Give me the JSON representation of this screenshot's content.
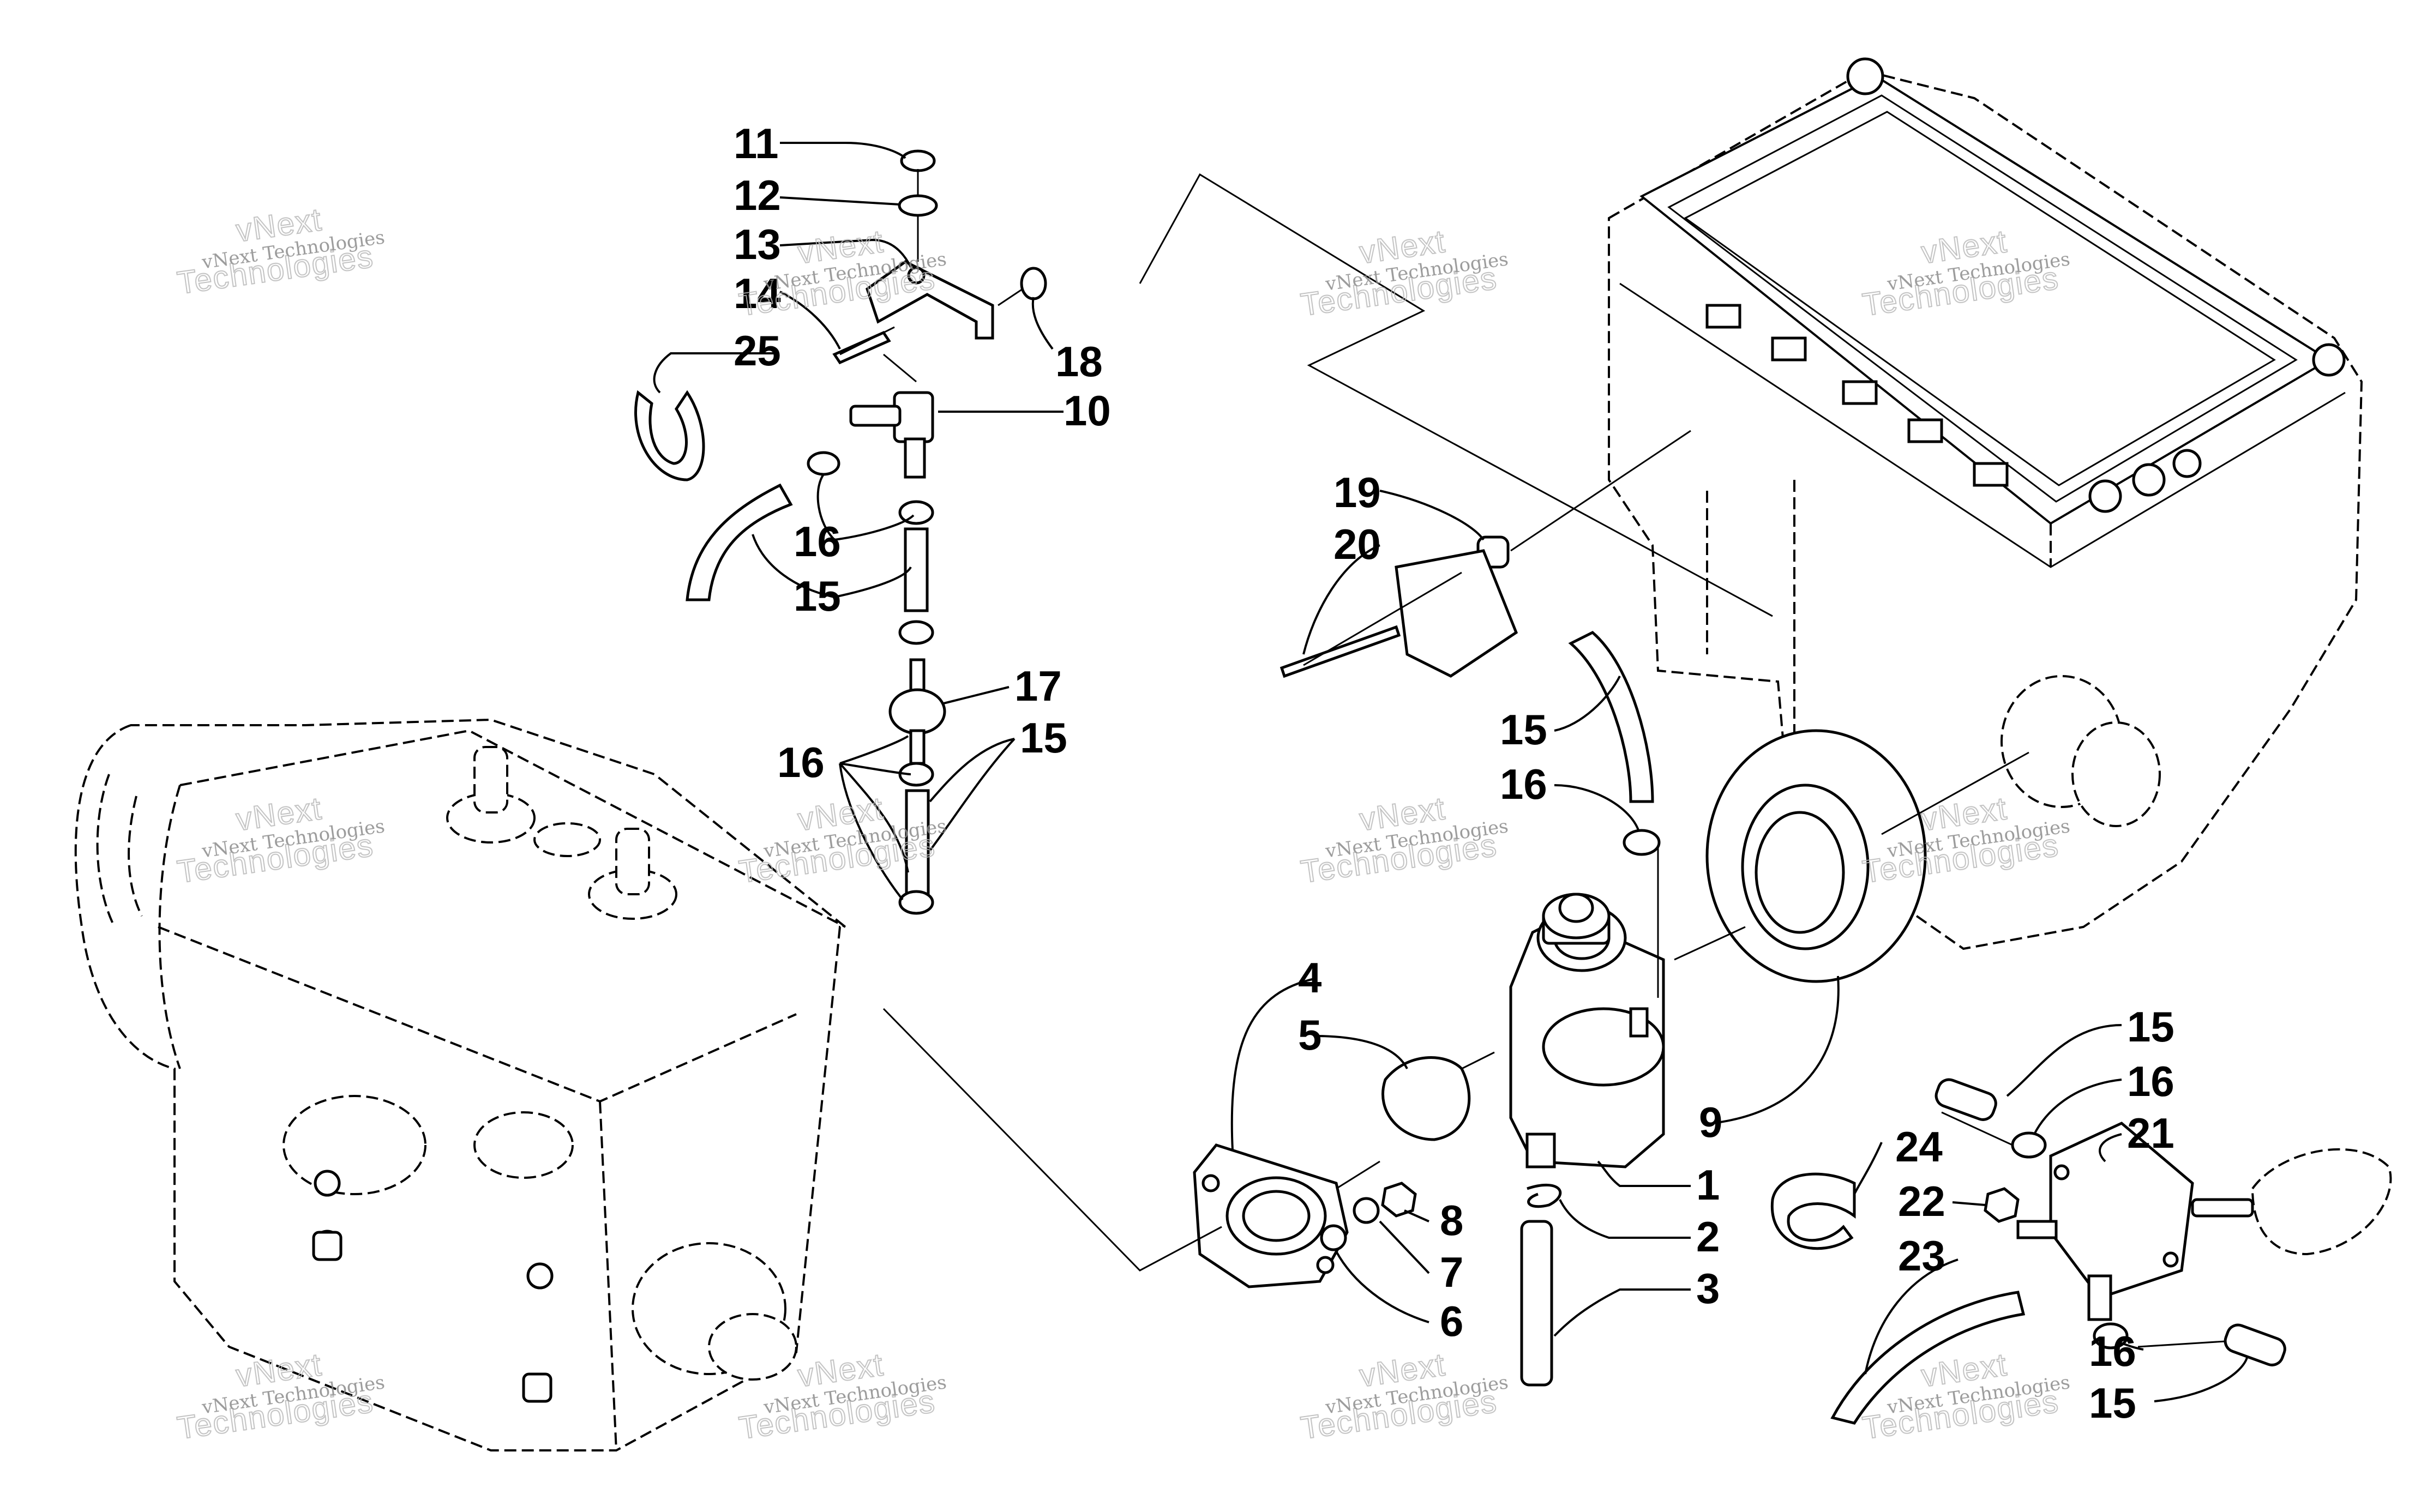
{
  "watermark": {
    "line1": "vNext Technologies",
    "line2": "vNext",
    "line3": "Technologies"
  },
  "callouts": {
    "c11": "11",
    "c12": "12",
    "c13": "13",
    "c14": "14",
    "c25": "25",
    "c18": "18",
    "c10": "10",
    "c16a": "16",
    "c15a": "15",
    "c17": "17",
    "c16b": "16",
    "c15b": "15",
    "c19": "19",
    "c20": "20",
    "c15c": "15",
    "c16c": "16",
    "c4": "4",
    "c5": "5",
    "c9": "9",
    "c1": "1",
    "c2": "2",
    "c3": "3",
    "c8": "8",
    "c7": "7",
    "c6": "6",
    "c15d": "15",
    "c16d": "16",
    "c21": "21",
    "c24": "24",
    "c22": "22",
    "c23": "23",
    "c16e": "16",
    "c15e": "15"
  }
}
